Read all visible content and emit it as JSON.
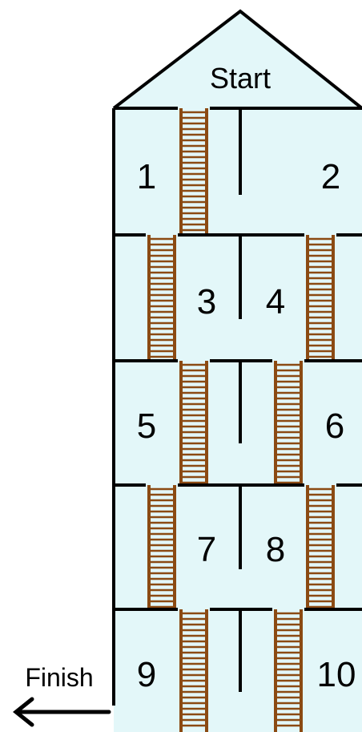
{
  "roof_label": "Start",
  "rooms": [
    {
      "id": "room-1",
      "label": "1"
    },
    {
      "id": "room-2",
      "label": "2"
    },
    {
      "id": "room-3",
      "label": "3"
    },
    {
      "id": "room-4",
      "label": "4"
    },
    {
      "id": "room-5",
      "label": "5"
    },
    {
      "id": "room-6",
      "label": "6"
    },
    {
      "id": "room-7",
      "label": "7"
    },
    {
      "id": "room-8",
      "label": "8"
    },
    {
      "id": "room-9",
      "label": "9"
    },
    {
      "id": "room-10",
      "label": "10"
    }
  ],
  "exit_label": "Finish",
  "exit_arrow_icon": "arrow-left-icon",
  "colors": {
    "wall": "#000000",
    "room_fill": "#e3f7f9",
    "ladder": "#8b4a13",
    "background": "#ffffff"
  }
}
